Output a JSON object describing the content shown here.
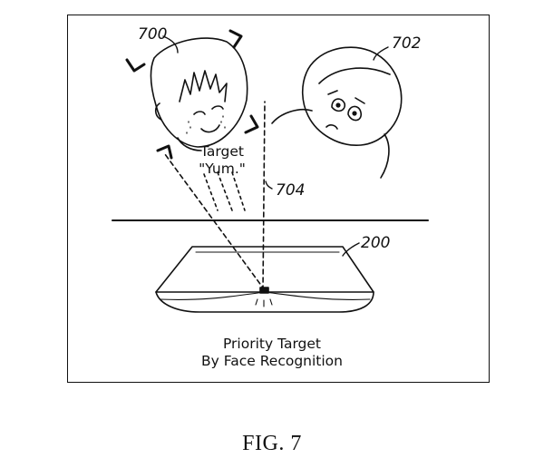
{
  "references": {
    "user_700": "700",
    "user_702": "702",
    "line_704": "704",
    "device_200": "200"
  },
  "labels": {
    "target_line1": "Target",
    "target_line2": "\"Yum.\"",
    "caption_line1": "Priority Target",
    "caption_line2": "By Face Recognition"
  },
  "figure_label": "FIG. 7"
}
